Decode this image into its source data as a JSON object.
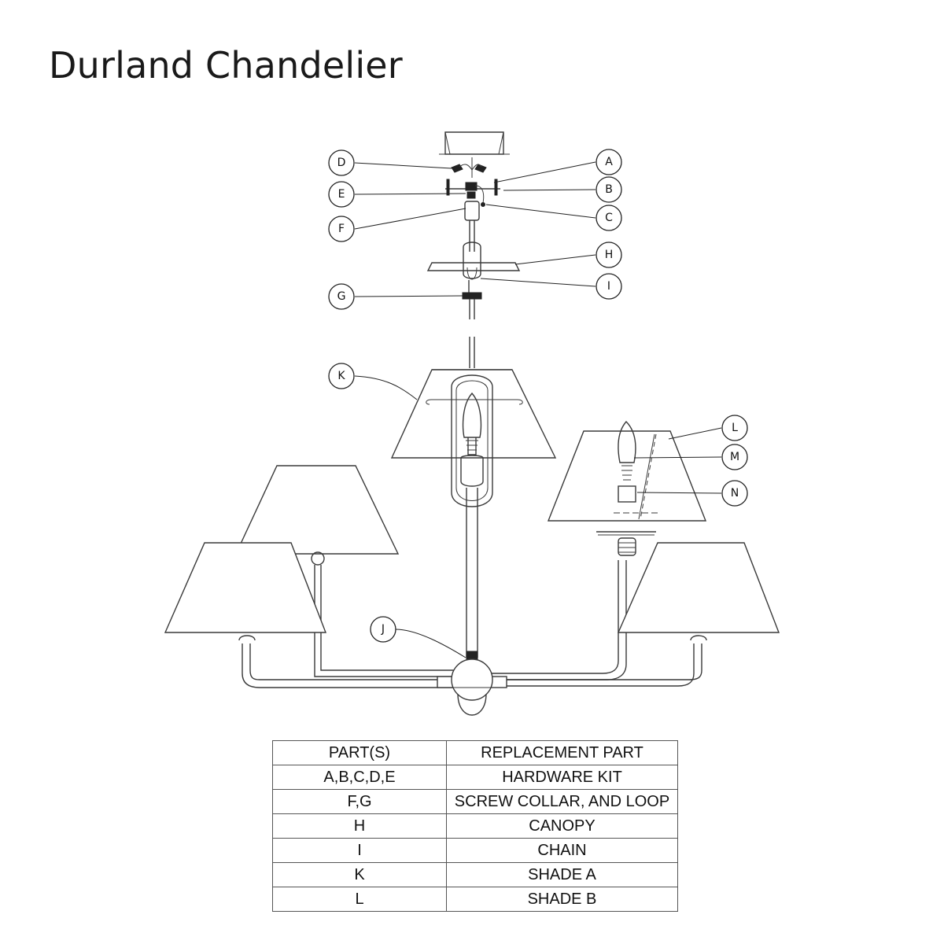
{
  "title": "Durland Chandelier",
  "callouts": [
    "D",
    "E",
    "F",
    "G",
    "A",
    "B",
    "C",
    "H",
    "I",
    "K",
    "L",
    "M",
    "N",
    "J"
  ],
  "table": {
    "headers": [
      "PART(S)",
      "REPLACEMENT PART"
    ],
    "rows": [
      [
        "A,B,C,D,E",
        "HARDWARE KIT"
      ],
      [
        "F,G",
        "SCREW COLLAR, AND LOOP"
      ],
      [
        "H",
        "CANOPY"
      ],
      [
        "I",
        "CHAIN"
      ],
      [
        "K",
        "SHADE A"
      ],
      [
        "L",
        "SHADE B"
      ]
    ]
  },
  "colors": {
    "line": "#3a3a3a",
    "text": "#111111"
  }
}
